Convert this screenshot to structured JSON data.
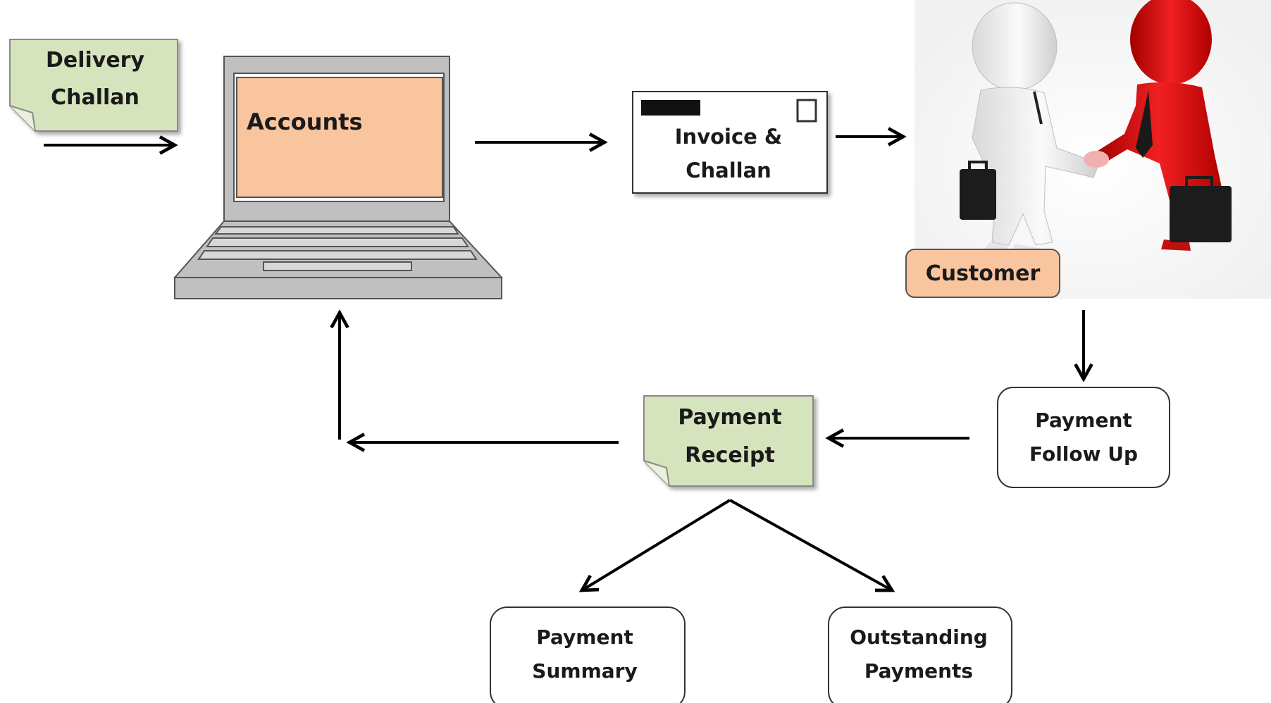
{
  "colors": {
    "note_fill": "#d6e4bd",
    "note_border": "#8a8a8a",
    "highlight_fill": "#f9c59f",
    "laptop_body": "#c0c0c0",
    "arrow": "#000000",
    "figure_left": "#eeeeee",
    "figure_right": "#e01010",
    "briefcase": "#1c1c1c"
  },
  "icons": [
    "document-note-icon",
    "laptop-icon",
    "envelope-icon",
    "handshake-figures-icon"
  ],
  "nodes": {
    "delivery_challan": {
      "line1": "Delivery",
      "line2": "Challan"
    },
    "accounts": {
      "label": "Accounts"
    },
    "invoice_challan": {
      "line1": "Invoice &",
      "line2": "Challan"
    },
    "customer": {
      "label": "Customer"
    },
    "payment_follow_up": {
      "line1": "Payment",
      "line2": "Follow Up"
    },
    "payment_receipt": {
      "line1": "Payment",
      "line2": "Receipt"
    },
    "payment_summary": {
      "line1": "Payment",
      "line2": "Summary"
    },
    "outstanding_payments": {
      "line1": "Outstanding",
      "line2": "Payments"
    }
  }
}
